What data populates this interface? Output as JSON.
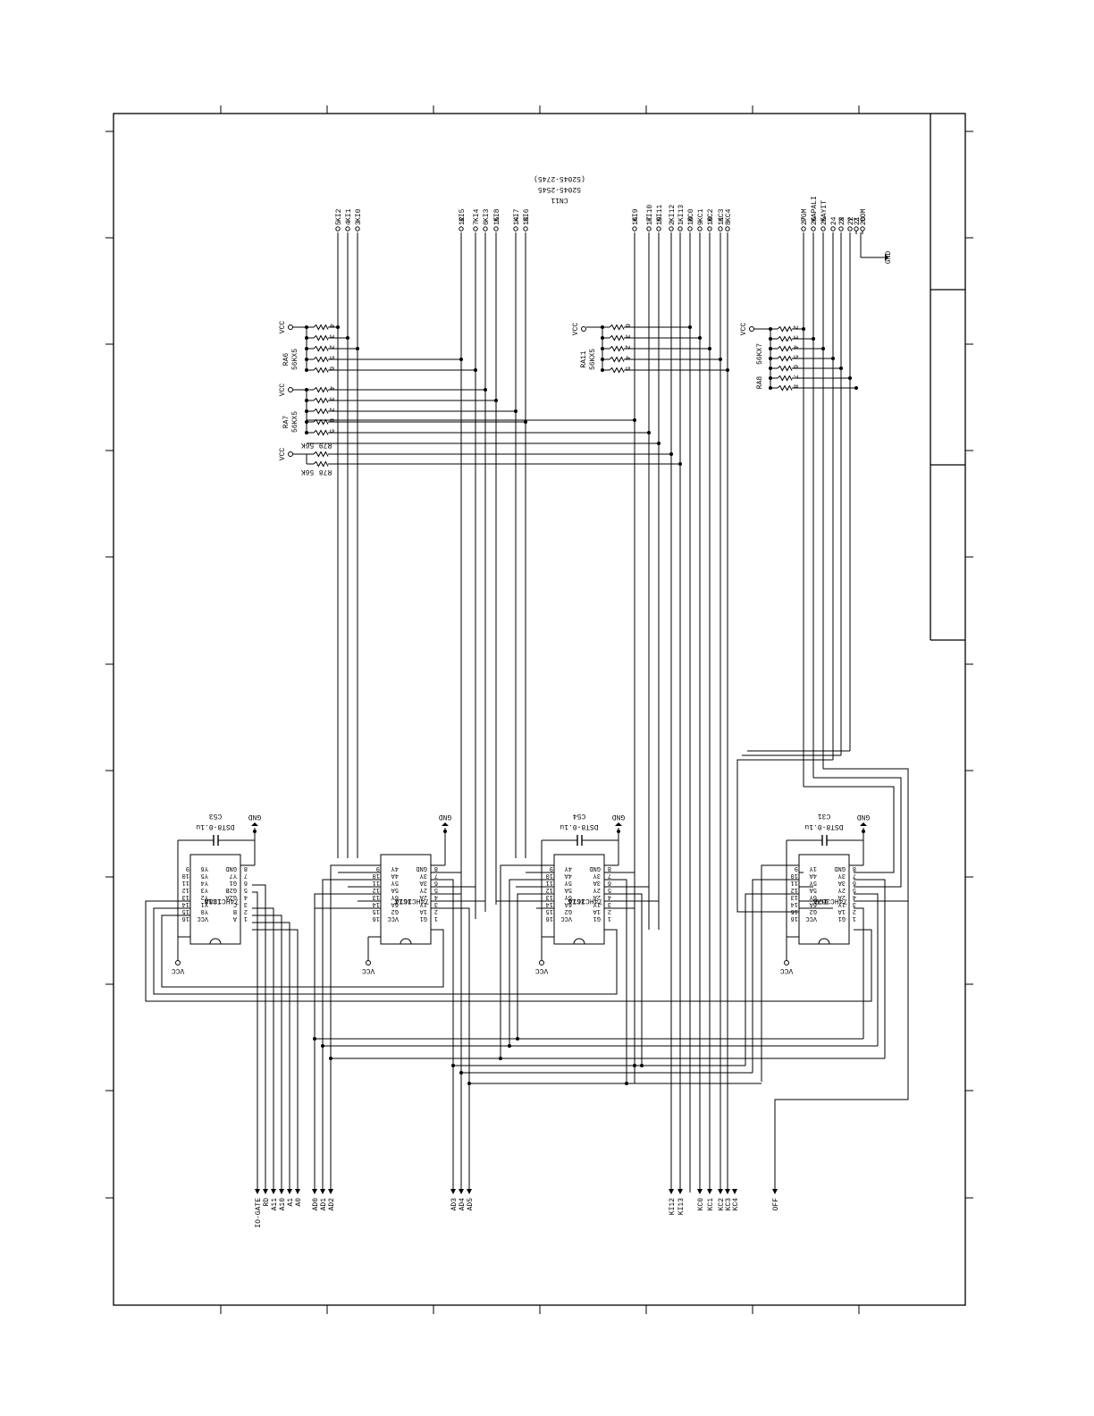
{
  "connector": {
    "ref": "CN11",
    "part": "52045-2545",
    "alt_part": "(52045-2745)",
    "groups": [
      {
        "id": "g1",
        "pins": [
          {
            "num": "5",
            "sig": "KI2"
          },
          {
            "num": "4",
            "sig": "KI1"
          },
          {
            "num": "3",
            "sig": "KI0"
          }
        ]
      },
      {
        "id": "g2",
        "pins": [
          {
            "num": "12",
            "sig": "KI5"
          },
          {
            "num": "7",
            "sig": "KI4"
          },
          {
            "num": "6",
            "sig": "KI3"
          },
          {
            "num": "15",
            "sig": "KI8"
          }
        ]
      },
      {
        "id": "g3",
        "pins": [
          {
            "num": "14",
            "sig": "KI7"
          },
          {
            "num": "13",
            "sig": "KI6"
          }
        ]
      },
      {
        "id": "g4",
        "pins": [
          {
            "num": "16",
            "sig": "KI9"
          },
          {
            "num": "17",
            "sig": "KI10"
          },
          {
            "num": "19",
            "sig": "KI11"
          },
          {
            "num": "2",
            "sig": "KI12"
          },
          {
            "num": "1",
            "sig": "KI13"
          },
          {
            "num": "18",
            "sig": "KC0"
          },
          {
            "num": "9",
            "sig": "KC1"
          },
          {
            "num": "10",
            "sig": "KC2"
          },
          {
            "num": "11",
            "sig": "KC3"
          },
          {
            "num": "8",
            "sig": "KC4"
          }
        ]
      },
      {
        "id": "g5",
        "pins": [
          {
            "num": "27",
            "sig": "PGM"
          },
          {
            "num": "26",
            "sig": "KAPALI"
          },
          {
            "num": "25",
            "sig": "KAYIT"
          },
          {
            "num": "24",
            "sig": ""
          },
          {
            "num": "23",
            "sig": "X"
          },
          {
            "num": "22",
            "sig": "Y"
          },
          {
            "num": "21",
            "sig": "Z"
          },
          {
            "num": "20",
            "sig": "COM"
          }
        ]
      }
    ],
    "gnd_label": "GND"
  },
  "resistor_arrays": [
    {
      "ref": "RA6",
      "value": "56KX5",
      "vcc": "VCC",
      "pins": [
        "4",
        "3",
        "2",
        "5",
        "6"
      ]
    },
    {
      "ref": "RA7",
      "value": "56KX5",
      "vcc": "VCC",
      "pins": [
        "4",
        "3",
        "2",
        "6",
        "5"
      ]
    },
    {
      "ref": "RA11",
      "value": "56KX5",
      "vcc": "VCC",
      "pins": [
        "6",
        "3",
        "2",
        "4",
        "5"
      ]
    },
    {
      "ref": "RA8",
      "value": "56KX7",
      "vcc": "VCC",
      "pins": [
        "2",
        "3",
        "4",
        "5",
        "6",
        "7",
        "8"
      ]
    }
  ],
  "resistors": [
    {
      "ref": "R79",
      "value": "56K",
      "vcc": "VCC"
    },
    {
      "ref": "R78",
      "value": "56K"
    }
  ],
  "ics": [
    {
      "ref": "IC18",
      "part": "74HC138A",
      "left_pins": [
        "Y6",
        "Y5",
        "Y4",
        "Y3",
        "Y2",
        "Y1",
        "Y0",
        "VCC"
      ],
      "left_nums": [
        "9",
        "10",
        "11",
        "12",
        "13",
        "14",
        "15",
        "16"
      ],
      "right_pins": [
        "GND",
        "Y7",
        "G1",
        "G2B",
        "G2A",
        "C",
        "B",
        "A"
      ],
      "right_nums": [
        "8",
        "7",
        "6",
        "5",
        "4",
        "3",
        "2",
        "1"
      ],
      "cap_ref": "C53",
      "cap_value": "DST8-0.1u",
      "gnd": "GND",
      "vcc": "VCC"
    },
    {
      "ref": "IC17",
      "part": "74HC367A",
      "left_pins": [
        "4Y",
        "4A",
        "5Y",
        "5A",
        "6Y",
        "6A",
        "G2",
        "VCC"
      ],
      "left_nums": [
        "9",
        "10",
        "11",
        "12",
        "13",
        "14",
        "15",
        "16"
      ],
      "right_pins": [
        "GND",
        "3Y",
        "3A",
        "2Y",
        "2A",
        "1Y",
        "1A",
        "G1"
      ],
      "right_nums": [
        "8",
        "7",
        "6",
        "5",
        "4",
        "3",
        "2",
        "1"
      ],
      "cap_ref": "",
      "cap_value": "",
      "gnd": "GND",
      "vcc": "VCC"
    },
    {
      "ref": "IC16",
      "part": "74HC367A",
      "left_pins": [
        "4Y",
        "4A",
        "5Y",
        "5A",
        "6Y",
        "6A",
        "G2",
        "VCC"
      ],
      "left_nums": [
        "9",
        "10",
        "11",
        "12",
        "13",
        "14",
        "15",
        "16"
      ],
      "right_pins": [
        "GND",
        "3Y",
        "3A",
        "2Y",
        "2A",
        "1Y",
        "1A",
        "G1"
      ],
      "right_nums": [
        "8",
        "7",
        "6",
        "5",
        "4",
        "3",
        "2",
        "1"
      ],
      "cap_ref": "C54",
      "cap_value": "DST8-0.1u",
      "gnd": "GND",
      "vcc": "VCC"
    },
    {
      "ref": "IC9",
      "part": "74HC367A",
      "left_pins": [
        "1Y",
        "4A",
        "5Y",
        "5A",
        "6Y",
        "6A",
        "G2",
        "VCC"
      ],
      "left_nums": [
        "9",
        "10",
        "11",
        "12",
        "13",
        "14",
        "15",
        "16"
      ],
      "right_pins": [
        "GND",
        "3Y",
        "3A",
        "2Y",
        "2A",
        "1Y",
        "1A",
        "G1"
      ],
      "right_nums": [
        "8",
        "7",
        "6",
        "5",
        "4",
        "3",
        "2",
        "1"
      ],
      "cap_ref": "C31",
      "cap_value": "DST8-0.1u",
      "gnd": "GND",
      "vcc": "VCC"
    }
  ],
  "bottom_signals": {
    "b1": [
      "IO-GATE",
      "RD",
      "A11",
      "A10",
      "A1",
      "A0"
    ],
    "b2": [
      "AD0",
      "AD1",
      "AD2"
    ],
    "b3": [
      "AD3",
      "AD4",
      "AD5"
    ],
    "b4": [
      "KI12",
      "KI13",
      "KC0",
      "KC1",
      "KC2",
      "KC3",
      "KC4"
    ],
    "b5": [
      "OFF"
    ]
  }
}
